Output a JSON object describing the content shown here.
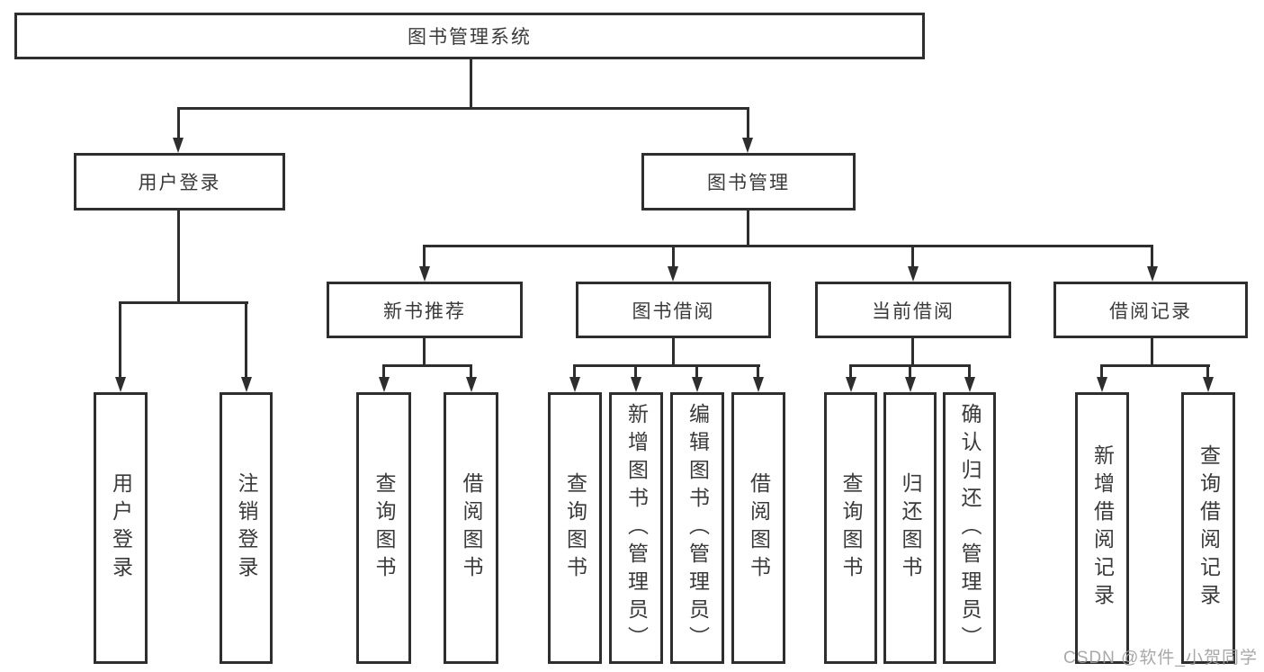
{
  "tree": {
    "root": {
      "label": "图书管理系统",
      "children": [
        {
          "label": "用户登录",
          "children": [
            {
              "label": "用户登录"
            },
            {
              "label": "注销登录"
            }
          ]
        },
        {
          "label": "图书管理",
          "children": [
            {
              "label": "新书推荐",
              "children": [
                {
                  "label": "查询图书"
                },
                {
                  "label": "借阅图书"
                }
              ]
            },
            {
              "label": "图书借阅",
              "children": [
                {
                  "label": "查询图书"
                },
                {
                  "label": "新增图书（管理员）"
                },
                {
                  "label": "编辑图书（管理员）"
                },
                {
                  "label": "借阅图书"
                }
              ]
            },
            {
              "label": "当前借阅",
              "children": [
                {
                  "label": "查询图书"
                },
                {
                  "label": "归还图书"
                },
                {
                  "label": "确认归还（管理员）"
                }
              ]
            },
            {
              "label": "借阅记录",
              "children": [
                {
                  "label": "新增借阅记录"
                },
                {
                  "label": "查询借阅记录"
                }
              ]
            }
          ]
        }
      ]
    }
  },
  "colors": {
    "line": "#2e2e2e",
    "text": "#3a3a3a",
    "watermark": "#9e9e9e"
  },
  "watermark": {
    "text": "CSDN @软件_小贺同学"
  }
}
